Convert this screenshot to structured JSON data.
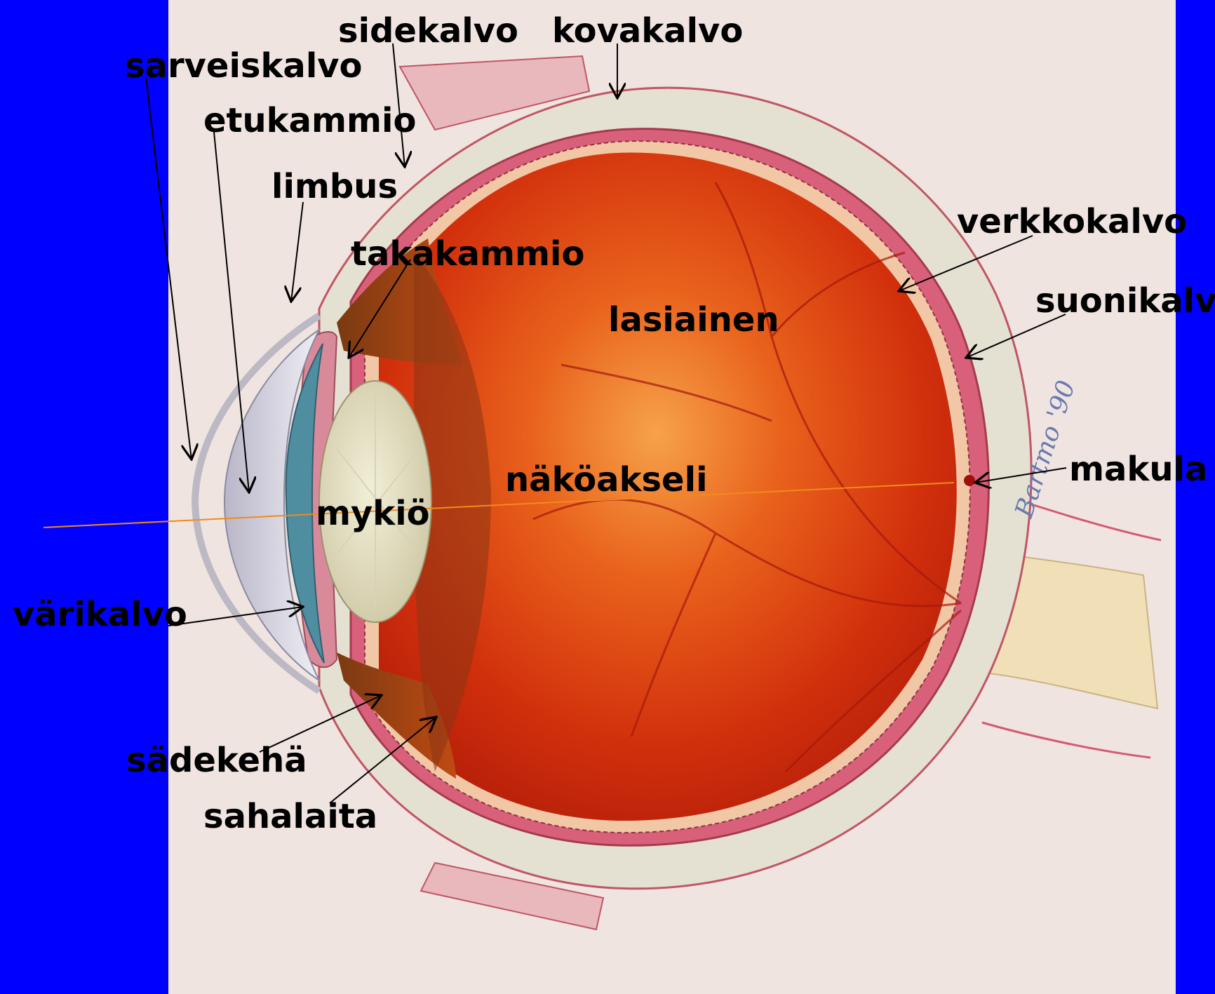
{
  "colors": {
    "background": "#0000ff",
    "panel": "#efe4df",
    "sclera": "#e4e1d2",
    "choroid": "#d9607a",
    "vitreous": "#d9300e",
    "lens": "#e7e2c4",
    "iris": "#4f8da0",
    "visual_axis": "#f28a1c",
    "label_text": "#000000"
  },
  "labels": {
    "sidekalvo": "sidekalvo",
    "kovakalvo": "kovakalvo",
    "sarveiskalvo": "sarveiskalvo",
    "etukammio": "etukammio",
    "limbus": "limbus",
    "takakammio": "takakammio",
    "verkkokalvo": "verkkokalvo",
    "lasiainen": "lasiainen",
    "suonikalvo": "suonikalvo",
    "makula": "makula",
    "nakoakseli": "näköakseli",
    "mykio": "mykiö",
    "varikalvo": "värikalvo",
    "sadekeha": "sädekehä",
    "sahalaita": "sahalaita"
  },
  "signature": "Bartmo '90"
}
